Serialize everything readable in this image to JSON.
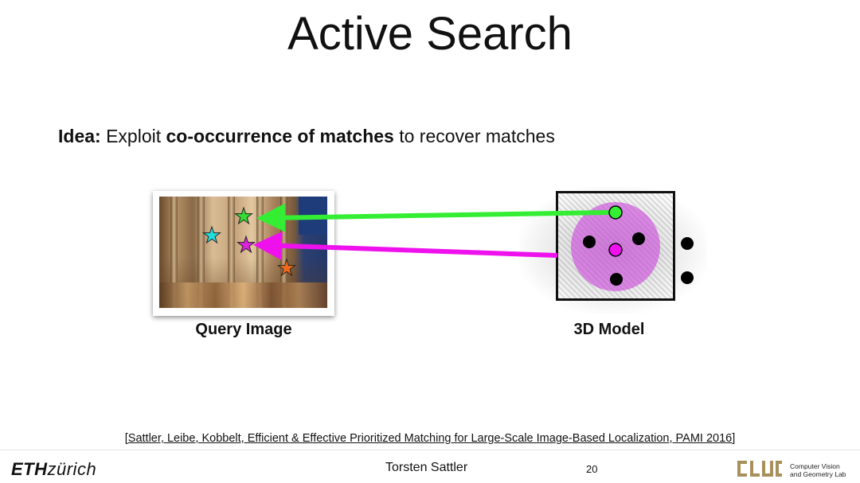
{
  "slide": {
    "title": "Active Search",
    "idea": {
      "prefix": "Idea:",
      "text1": " Exploit ",
      "bold": "co-occurrence of matches",
      "text2": " to recover matches"
    },
    "query_label": "Query Image",
    "model_label": "3D Model",
    "citation": "[Sattler, Leibe, Kobbelt, Efficient & Effective Prioritized Matching for Large-Scale Image-Based Localization, PAMI 2016]"
  },
  "markers": {
    "stars": [
      {
        "name": "green-star",
        "color": "#33dd33"
      },
      {
        "name": "cyan-star",
        "color": "#22dddd"
      },
      {
        "name": "magenta-star",
        "color": "#dd22dd"
      },
      {
        "name": "orange-star",
        "color": "#ee6a1a"
      }
    ],
    "arrow_colors": {
      "green": "#33ee33",
      "magenta": "#ee11ee"
    },
    "highlight_color": "#cc44dd"
  },
  "footer": {
    "eth_bold": "ETH",
    "eth_rest": "zürich",
    "author": "Torsten Sattler",
    "page_number": "20",
    "lab_line1": "Computer Vision",
    "lab_line2": "and Geometry Lab"
  }
}
